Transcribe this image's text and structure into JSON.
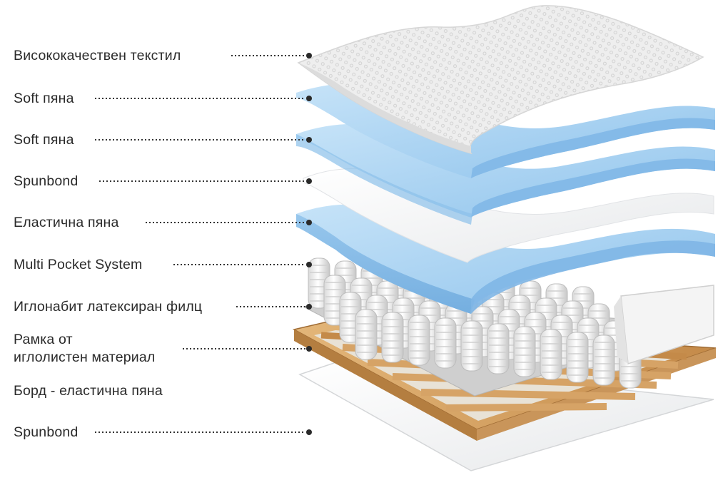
{
  "labels": [
    {
      "id": "textile",
      "text": "Висококачествен текстил"
    },
    {
      "id": "soft1",
      "text": "Soft пяна"
    },
    {
      "id": "soft2",
      "text": "Soft пяна"
    },
    {
      "id": "spunbond1",
      "text": "Spunbond"
    },
    {
      "id": "elastic",
      "text": "Еластична пяна"
    },
    {
      "id": "pocket",
      "text": "Multi Pocket System"
    },
    {
      "id": "felt",
      "text": "Иглонабит латексиран филц"
    },
    {
      "id": "frame_l1",
      "text": "Рамка от"
    },
    {
      "id": "frame_l2",
      "text": "иглолистен материал"
    },
    {
      "id": "border",
      "text": "Борд - еластична пяна"
    },
    {
      "id": "spunbond2",
      "text": "Spunbond"
    }
  ],
  "colors": {
    "foam_blue": "#a9d3f2",
    "foam_edge": "#7fb6e6",
    "textile": "#ececec",
    "wood": "#d6a366",
    "wood_dark": "#b47e40",
    "label_text": "#2a2a2a"
  },
  "icons": [
    "quilted-textile-layer",
    "foam-layer",
    "spring-coil",
    "wooden-frame"
  ]
}
